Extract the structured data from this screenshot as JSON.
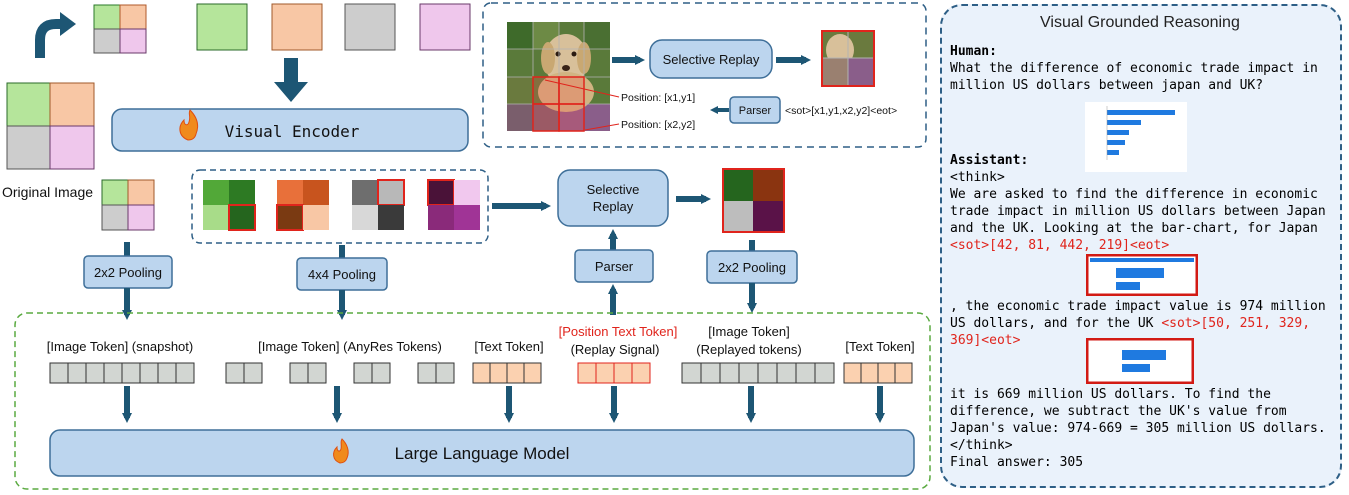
{
  "left": {
    "visual_encoder": "Visual Encoder",
    "original_image": "Original Image",
    "pool_2x2_left": "2x2 Pooling",
    "pool_4x4": "4x4 Pooling",
    "selective_replay": "Selective Replay",
    "parser": "Parser",
    "pool_2x2_right": "2x2 Pooling",
    "token_snapshot": "[Image Token] (snapshot)",
    "token_anyres": "[Image Token] (AnyRes Tokens)",
    "token_text1": "[Text  Token]",
    "token_pos_line1": "[Position Text Token]",
    "token_pos_line2": "(Replay  Signal)",
    "token_replayed_line1": "[Image Token]",
    "token_replayed_line2": "(Replayed tokens)",
    "token_text2": "[Text Token]",
    "llm": "Large Language Model"
  },
  "inset": {
    "selective_replay": "Selective Replay",
    "parser": "Parser",
    "pos1": "Position: [x1,y1]",
    "pos2": "Position: [x2,y2]",
    "sot": "<sot>[x1,y1,x2,y2]<eot>"
  },
  "panel": {
    "title": "Visual Grounded Reasoning",
    "human_label": "Human:",
    "human_q1": "What the difference of economic trade impact in",
    "human_q2": "million US dollars between japan and UK?",
    "assistant_label": "Assistant:",
    "think_open": "<think>",
    "a1": "We are asked to find the difference in economic",
    "a2": "trade impact in million US dollars between Japan",
    "a3": "and the UK. Looking at the bar-chart, for Japan",
    "a4_red": "<sot>[42, 81, 442, 219]<eot>",
    "a5": ", the economic trade impact value is 974 million",
    "a6_black": "US dollars, and for the UK ",
    "a6_red": "<sot>[50, 251, 329,",
    "a7_red": "369]<eot>",
    "a8": "it is 669 million US dollars. To find the",
    "a9": "difference, we subtract the UK's value from",
    "a10": "Japan's value: 974-669 = 305 million US dollars.",
    "think_close": "</think>",
    "final": "Final answer: 305"
  },
  "colors": {
    "box_fill": "#bcd5ee",
    "box_stroke": "#3e6f99",
    "arrow": "#1d5674",
    "green": "#b5e59b",
    "orange": "#f8c7a5",
    "gray": "#cdcdcd",
    "pink": "#efc7ec",
    "red": "#e0241c"
  }
}
